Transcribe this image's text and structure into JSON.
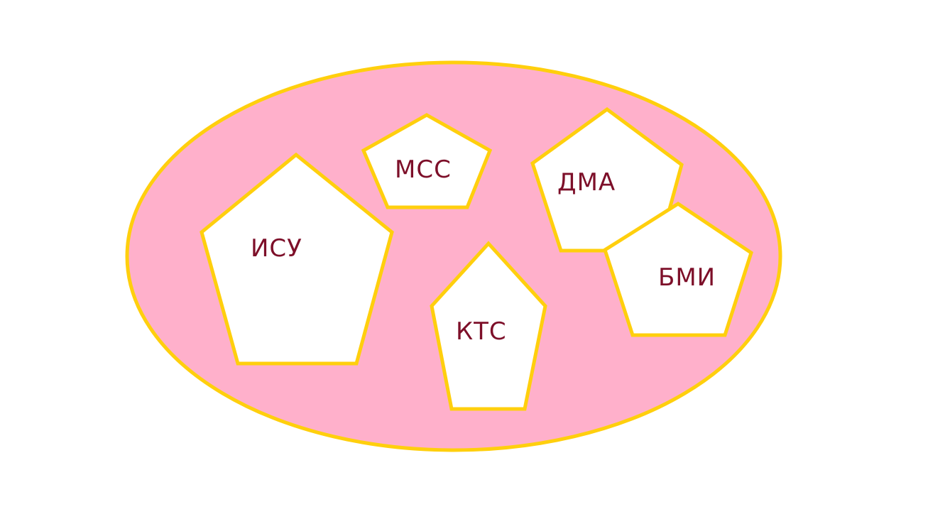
{
  "colors": {
    "background": "#ffffff",
    "set_fill": "#ffb0cb",
    "outline": "#ffcf0d",
    "shape_fill": "#ffffff",
    "label": "#7d0f29"
  },
  "nodes": [
    {
      "id": "isu",
      "label": "ИСУ"
    },
    {
      "id": "mss",
      "label": "МСС"
    },
    {
      "id": "dma",
      "label": "ДМА"
    },
    {
      "id": "bmi",
      "label": "БМИ"
    },
    {
      "id": "kts",
      "label": "КТС"
    }
  ]
}
